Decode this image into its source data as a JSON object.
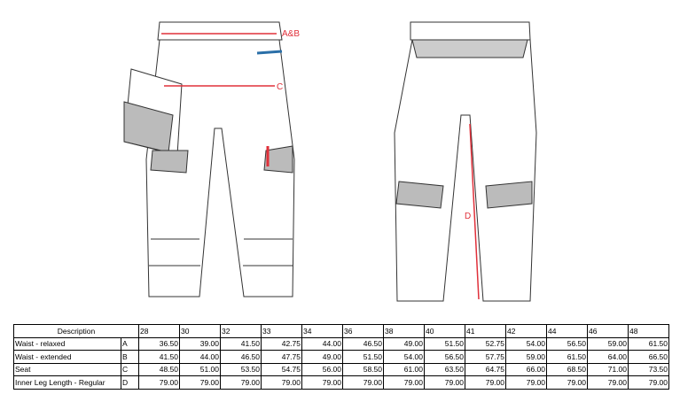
{
  "diagram": {
    "labels": {
      "ab": "A&B",
      "c": "C",
      "d": "D"
    }
  },
  "table": {
    "header": "Description",
    "sizes": [
      "28",
      "30",
      "32",
      "33",
      "34",
      "36",
      "38",
      "40",
      "41",
      "42",
      "44",
      "46",
      "48"
    ],
    "rows": [
      {
        "label": "Waist - relaxed",
        "code": "A",
        "values": [
          "36.50",
          "39.00",
          "41.50",
          "42.75",
          "44.00",
          "46.50",
          "49.00",
          "51.50",
          "52.75",
          "54.00",
          "56.50",
          "59.00",
          "61.50"
        ]
      },
      {
        "label": "Waist - extended",
        "code": "B",
        "values": [
          "41.50",
          "44.00",
          "46.50",
          "47.75",
          "49.00",
          "51.50",
          "54.00",
          "56.50",
          "57.75",
          "59.00",
          "61.50",
          "64.00",
          "66.50"
        ]
      },
      {
        "label": "Seat",
        "code": "C",
        "values": [
          "48.50",
          "51.00",
          "53.50",
          "54.75",
          "56.00",
          "58.50",
          "61.00",
          "63.50",
          "64.75",
          "66.00",
          "68.50",
          "71.00",
          "73.50"
        ]
      },
      {
        "label": "Inner Leg Length - Regular",
        "code": "D",
        "values": [
          "79.00",
          "79.00",
          "79.00",
          "79.00",
          "79.00",
          "79.00",
          "79.00",
          "79.00",
          "79.00",
          "79.00",
          "79.00",
          "79.00",
          "79.00"
        ]
      }
    ]
  },
  "colors": {
    "measure": "#e0303a",
    "accent": "#2a6fa8"
  }
}
